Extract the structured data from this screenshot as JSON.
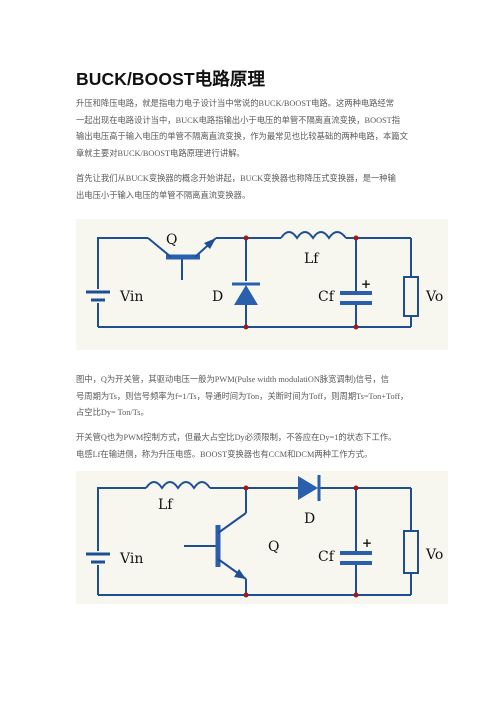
{
  "title": "BUCK/BOOST电路原理",
  "intro_lines": [
    "升压和降压电路，就是指电力电子设计当中常说的BUCK/BOOST电路。这两种电路经常",
    "一起出现在电路设计当中，BUCK电路指输出小于电压的单管不隔离直流变换，BOOST指",
    "输出电压高于输入电压的单管不隔离直流变换，作为最常见也比较基础的两种电路，本篇文",
    "章就主要对BUCK/BOOST电路原理进行讲解。"
  ],
  "buck_intro_lines": [
    "首先让我们从BUCK变换器的概念开始讲起，BUCK变换器也称降压式变换器，是一种输",
    "出电压小于输入电压的单管不隔离直流变换器。"
  ],
  "buck_desc_lines": [
    "图中，Q为开关管，其驱动电压一般为PWM(Pulse width modulatiON脉宽调制)信号，信",
    "号周期为Ts，则信号频率为f=1/Ts，导通时间为Ton，关断时间为Toff，则周期Ts=Ton+Toff，",
    "占空比Dy= Ton/Ts。"
  ],
  "boost_intro_lines": [
    "开关管Q也为PWM控制方式，但最大占空比Dy必须限制，不答应在Dy=1的状态下工作。",
    "电感Lf在输进侧，称为升压电感。BOOST变换器也有CCM和DCM两种工作方式。"
  ],
  "buck_circuit": {
    "labels": {
      "switch": "Q",
      "inductor": "Lf",
      "input": "Vin",
      "diode": "D",
      "capacitor": "Cf",
      "output": "Vo",
      "polarity": "+"
    }
  },
  "boost_circuit": {
    "labels": {
      "inductor": "Lf",
      "diode": "D",
      "input": "Vin",
      "switch": "Q",
      "capacitor": "Cf",
      "output": "Vo",
      "polarity": "+"
    }
  },
  "colors": {
    "wire": "#1e4f96",
    "component": "#2a5fae",
    "node": "#a0191e",
    "label": "#111111",
    "circuit_bg": "#f7f7ef"
  }
}
